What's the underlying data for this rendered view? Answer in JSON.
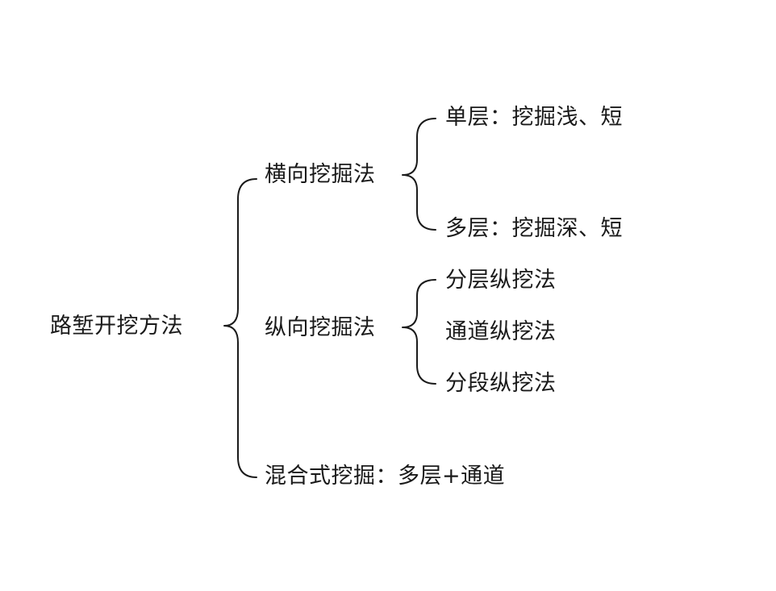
{
  "root": {
    "label": "路堑开挖方法"
  },
  "branches": [
    {
      "label": "横向挖掘法",
      "children": [
        "单层：挖掘浅、短",
        "多层：挖掘深、短"
      ]
    },
    {
      "label": "纵向挖掘法",
      "children": [
        "分层纵挖法",
        "通道纵挖法",
        "分段纵挖法"
      ]
    },
    {
      "label": "混合式挖掘：多层+通道",
      "children": []
    }
  ]
}
